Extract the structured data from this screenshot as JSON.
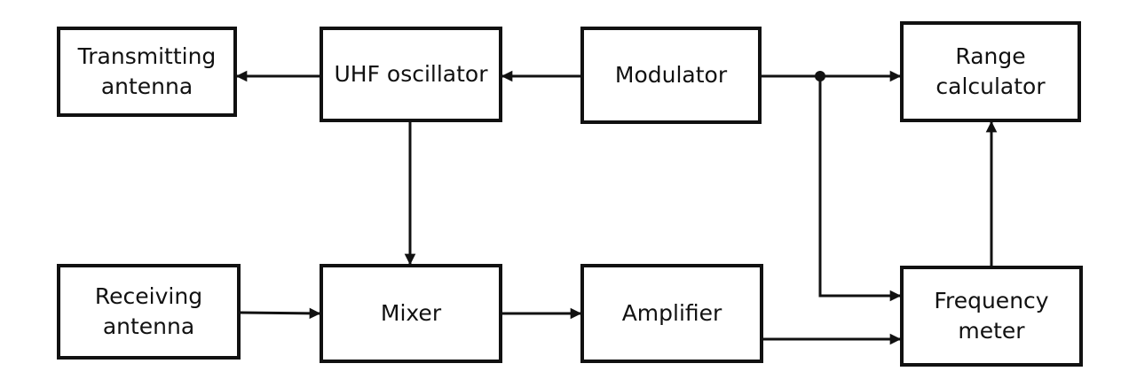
{
  "diagram": {
    "blocks": {
      "transmitting_antenna": "Transmitting\nantenna",
      "uhf_oscillator": "UHF oscillator",
      "modulator": "Modulator",
      "range_calculator": "Range\ncalculator",
      "receiving_antenna": "Receiving\nantenna",
      "mixer": "Mixer",
      "amplifier": "Amplifier",
      "frequency_meter": "Frequency\nmeter"
    },
    "connections": [
      {
        "from": "uhf_oscillator",
        "to": "transmitting_antenna"
      },
      {
        "from": "modulator",
        "to": "uhf_oscillator"
      },
      {
        "from": "modulator",
        "to": "range_calculator"
      },
      {
        "from": "modulator",
        "to": "frequency_meter"
      },
      {
        "from": "uhf_oscillator",
        "to": "mixer"
      },
      {
        "from": "receiving_antenna",
        "to": "mixer"
      },
      {
        "from": "mixer",
        "to": "amplifier"
      },
      {
        "from": "amplifier",
        "to": "frequency_meter"
      },
      {
        "from": "frequency_meter",
        "to": "range_calculator"
      }
    ],
    "colors": {
      "line": "#111111",
      "background": "#ffffff"
    }
  }
}
